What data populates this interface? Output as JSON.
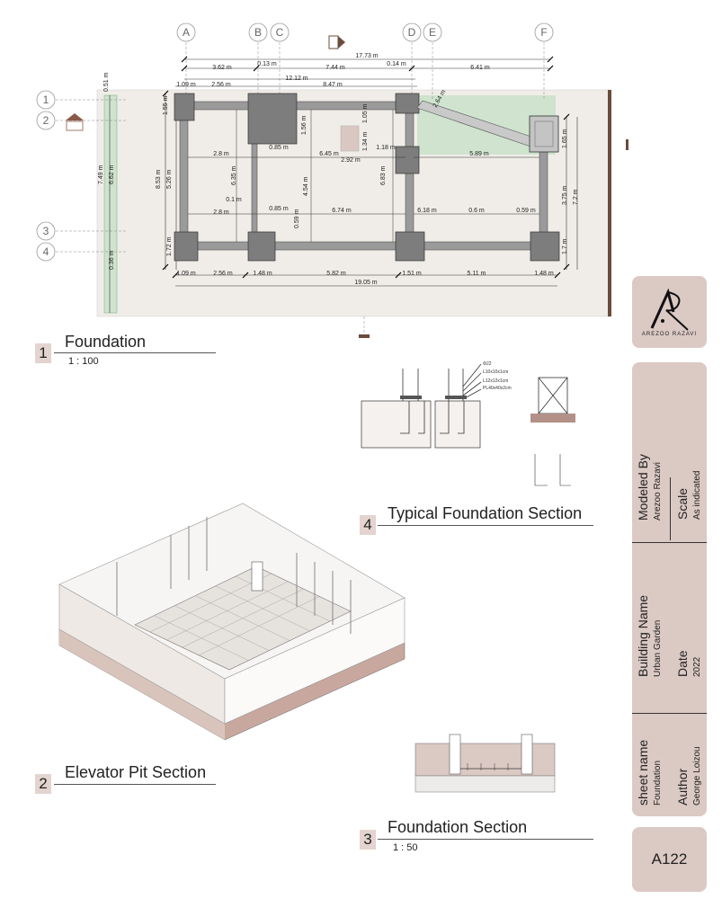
{
  "grid_letters": [
    "A",
    "B",
    "C",
    "D",
    "E",
    "F"
  ],
  "grid_numbers": [
    "1",
    "2",
    "3",
    "4"
  ],
  "plan_dims": {
    "top_row1": [
      "17.73 m"
    ],
    "top_row2": [
      "3.62 m",
      "0.13 m",
      "7.44 m",
      "0.14 m",
      "6.41 m"
    ],
    "top_row3": [
      "12.12 m"
    ],
    "top_row4": [
      "1.09 m",
      "2.56 m",
      "8.47 m"
    ],
    "bottom_row1": [
      "1.09 m",
      "2.56 m",
      "1.48 m",
      "5.82 m",
      "1.51 m",
      "5.11 m",
      "1.48 m"
    ],
    "bottom_row2": [
      "19.05 m"
    ],
    "left": [
      "0.51 m",
      "7.49 m",
      "6.62 m",
      "0.36 m",
      "1.55 m",
      "8.53 m",
      "5.26 m",
      "1.72 m",
      "6.35 m"
    ],
    "right": [
      "1.65 m",
      "3.75 m",
      "7.2 m",
      "1.7 m"
    ],
    "interior": [
      "2.8 m",
      "0.85 m",
      "1.56 m",
      "6.45 m",
      "1.34 m",
      "1.05 m",
      "1.18 m",
      "5.89 m",
      "2.92 m",
      "0.1 m",
      "4.54 m",
      "6.83 m",
      "0.85 m",
      "2.8 m",
      "6.74 m",
      "0.59 m",
      "6.18 m",
      "0.6 m",
      "0.59 m",
      "2.64 m"
    ]
  },
  "views": [
    {
      "number": "1",
      "title": "Foundation",
      "scale": "1 : 100"
    },
    {
      "number": "4",
      "title": "Typical Foundation Section",
      "scale": ""
    },
    {
      "number": "2",
      "title": "Elevator Pit Section",
      "scale": ""
    },
    {
      "number": "3",
      "title": "Foundation Section",
      "scale": "1 : 50"
    }
  ],
  "section_notes": [
    "Φ22",
    "L10x10x1cm",
    "L12x12x1cm",
    "PL40x40x2cm"
  ],
  "logo": {
    "name": "AREZOO RAZAVI"
  },
  "titleblock": {
    "modeled_by_label": "Modeled By",
    "modeled_by_value": "Arezoo Razavi",
    "scale_label": "Scale",
    "scale_value": "As indicated",
    "building_name_label": "Building Name",
    "building_name_value": "Urban Garden",
    "date_label": "Date",
    "date_value": "2022",
    "sheet_name_label": "sheet name",
    "sheet_name_value": "Foundation",
    "author_label": "Author",
    "author_value": "George Loizou",
    "sheet_number": "A122"
  },
  "colors": {
    "panel": "#dbc9c4",
    "sheet_bg": "#f0ede8",
    "green": "#cfe3cf",
    "concrete": "#8a8a8a"
  }
}
